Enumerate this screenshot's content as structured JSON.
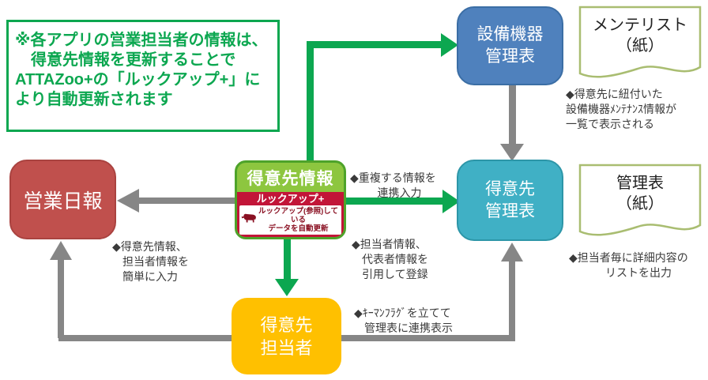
{
  "note": {
    "line1": "※各アプリの営業担当者の情報は、",
    "line2": "得意先情報を更新することで",
    "line3": "ATTAZoo+の「ルックアップ+」に",
    "line4": "より自動更新されます"
  },
  "nodes": {
    "equipment": {
      "line1": "設備機器",
      "line2": "管理表"
    },
    "sales_report": {
      "title": "営業日報"
    },
    "customer_info": {
      "title": "得意先情報",
      "badge": "ルックアップ+",
      "lookup1": "ルックアップ(参照)している",
      "lookup2": "データを自動更新"
    },
    "customer_table": {
      "line1": "得意先",
      "line2": "管理表"
    },
    "contact": {
      "line1": "得意先",
      "line2": "担当者"
    }
  },
  "papers": {
    "mainte": {
      "title1": "メンテリスト",
      "title2": "（紙）",
      "note1": "◆得意先に紐付いた",
      "note2": "設備機器ﾒﾝﾃﾅﾝｽ情報が",
      "note3": "一覧で表示される"
    },
    "kanri": {
      "title1": "管理表",
      "title2": "（紙）",
      "note1": "◆担当者毎に詳細内容の",
      "note2": "リストを出力"
    }
  },
  "annotations": {
    "duplicate": {
      "line1": "◆重複する情報を",
      "line2": "連携入力"
    },
    "quote": {
      "line1": "◆担当者情報、",
      "line2": "代表者情報を",
      "line3": "引用して登録"
    },
    "easy_input": {
      "line1": "◆得意先情報、",
      "line2": "担当者情報を",
      "line3": "簡単に入力"
    },
    "keyman": {
      "line1": "◆ｷｰﾏﾝﾌﾗｸﾞを立てて",
      "line2": "管理表に連携表示"
    }
  },
  "colors": {
    "green_accent": "#0ca750",
    "gray_arrow": "#868686",
    "node_blue": "#4f81bd",
    "node_teal": "#40b0c5",
    "node_red": "#c0504d",
    "node_yellow": "#ffc000",
    "node_green_fill": "#8dc63f",
    "node_green_border": "#4ea32a",
    "badge_crimson": "#c21538",
    "paper_border": "#a9bd71"
  }
}
